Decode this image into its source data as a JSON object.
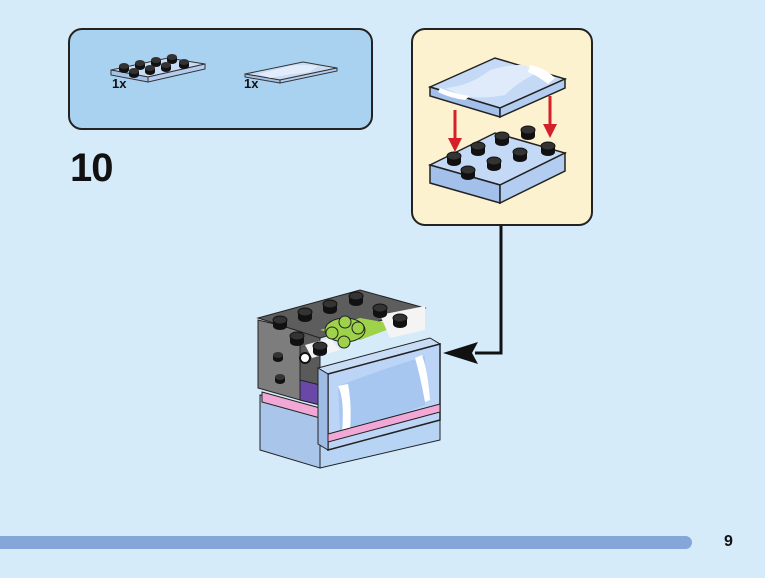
{
  "parts_list": {
    "items": [
      {
        "name": "plate-2x4",
        "color": "light-blue",
        "quantity": "1x"
      },
      {
        "name": "tile-2x4-printed-scales",
        "color": "light-blue",
        "quantity": "1x"
      }
    ]
  },
  "step": {
    "number": "10"
  },
  "footer": {
    "page_number": "9"
  },
  "colors": {
    "background": "#d5ebfa",
    "parts_box": "#a9d2f0",
    "callout": "#fdf2cf",
    "brick_light_blue": "#b8d4f5",
    "arrow_red": "#d4202a",
    "footer_bar": "#84a6d8"
  }
}
